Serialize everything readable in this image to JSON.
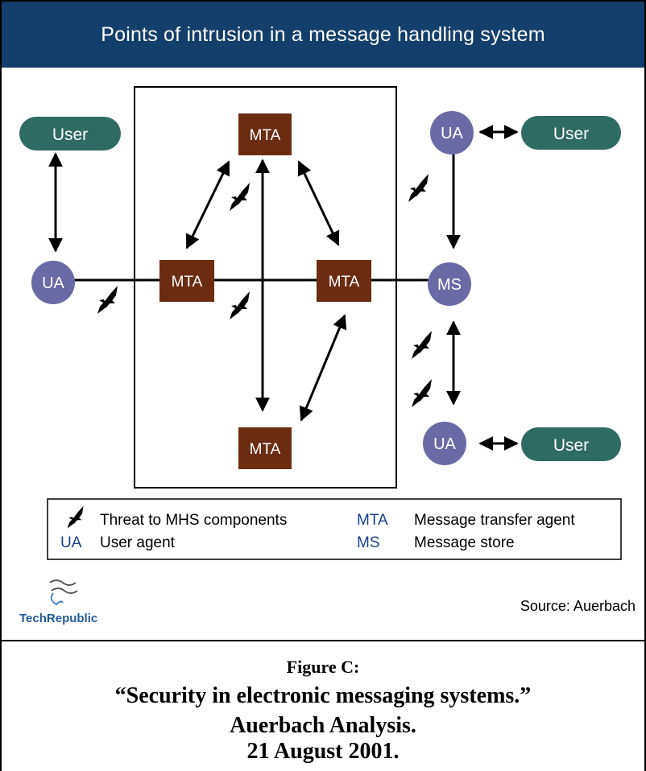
{
  "title": "Points of intrusion in a message handling system",
  "nodes": {
    "user_top_left": "User",
    "user_top_right": "User",
    "user_bottom_right": "User",
    "ua_left": "UA",
    "ua_top_right": "UA",
    "ua_bottom_right": "UA",
    "ms": "MS",
    "mta_top": "MTA",
    "mta_left": "MTA",
    "mta_right": "MTA",
    "mta_bottom": "MTA"
  },
  "legend": {
    "threat": "Threat to MHS components",
    "ua_abbr": "UA",
    "ua_desc": "User agent",
    "mta_abbr": "MTA",
    "mta_desc": "Message transfer agent",
    "ms_abbr": "MS",
    "ms_desc": "Message store"
  },
  "logo": "TechRepublic",
  "source": "Source: Auerbach",
  "caption": {
    "line1": "Figure C:",
    "line2": "“Security in electronic messaging systems.”",
    "line3": "Auerbach Analysis.",
    "line4": "21 August 2001."
  },
  "colors": {
    "header": "#123f6b",
    "user_pill": "#2e6b63",
    "ua_circle": "#6a6aa7",
    "mta_box": "#6b2c10",
    "legend_abbr": "#1a3f8a"
  }
}
